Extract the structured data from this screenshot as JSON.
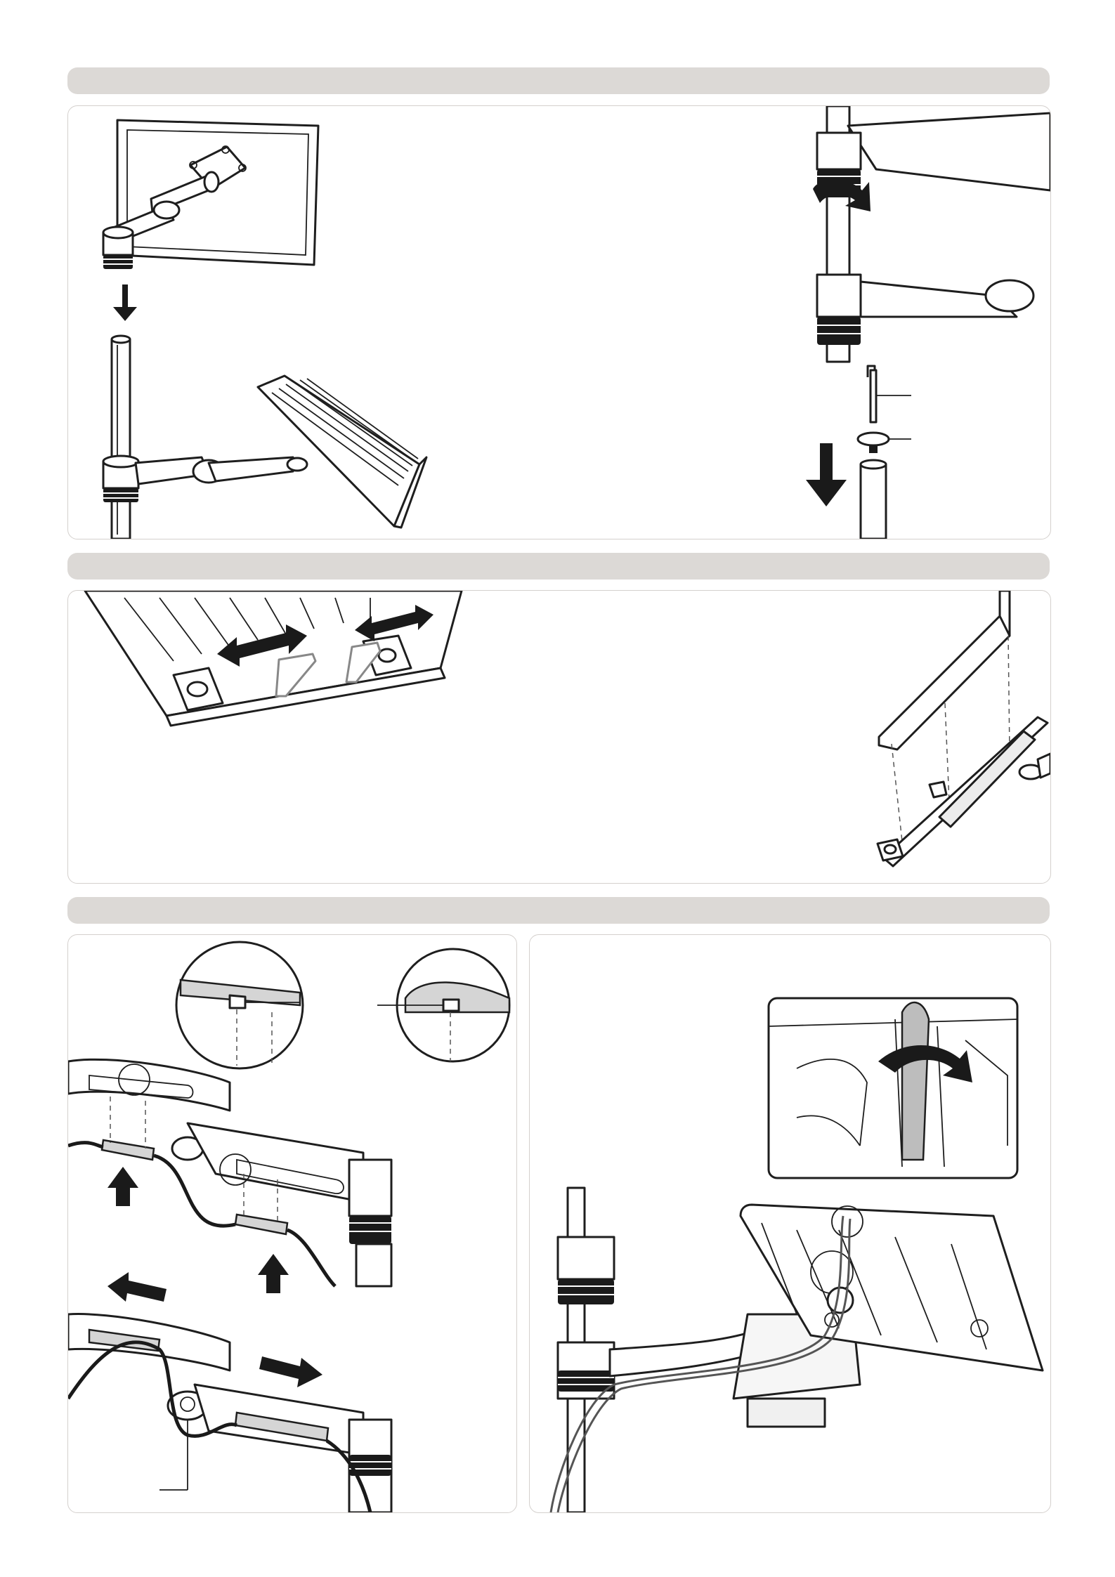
{
  "sections": [
    {
      "id": "mounting",
      "label": ""
    },
    {
      "id": "tray-adjustment",
      "label": ""
    },
    {
      "id": "cable-management",
      "label": ""
    }
  ],
  "colors": {
    "section_bar": "#dcd9d6",
    "panel_border": "#d4d0cd",
    "line": "#1e1e1e",
    "arrow": "#1a1a1a"
  },
  "icons": [
    "down-arrow-icon",
    "rotate-arrow-icon",
    "double-arrow-icon",
    "up-arrow-icon",
    "left-arrow-icon",
    "right-arrow-icon"
  ]
}
